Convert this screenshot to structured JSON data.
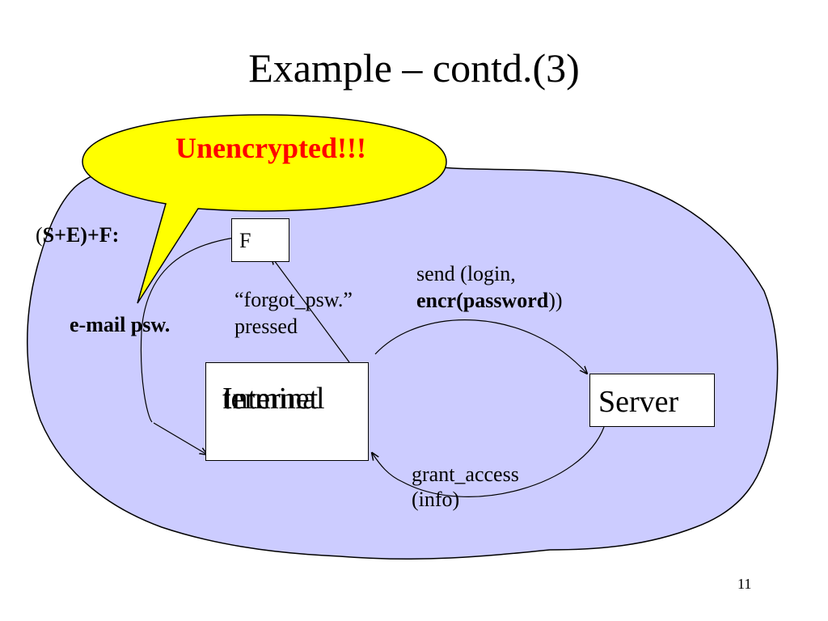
{
  "slide": {
    "title": "Example – contd.(3)",
    "page_number": "11"
  },
  "callout": {
    "text": "Unencrypted!!!",
    "text_color": "#ff0000",
    "fill_color": "#ffff00"
  },
  "colors": {
    "cloud_fill": "#ccccff",
    "stroke": "#000000",
    "background": "#ffffff"
  },
  "labels": {
    "sef_prefix": "(",
    "sef_bold": "S+E)+F:",
    "email_psw": "e-mail psw.",
    "forgot_line1": "“forgot_psw.”",
    "forgot_line2": "pressed",
    "send_line1": "send (login,",
    "send_line2_bold": "encr(password",
    "send_line2_tail": "))",
    "grant_line1": "grant_access",
    "grant_line2": "(info)"
  },
  "nodes": {
    "f_box": "F",
    "internet_terminal_line1": "Internet",
    "internet_terminal_line2": "terminal",
    "server": "Server"
  }
}
